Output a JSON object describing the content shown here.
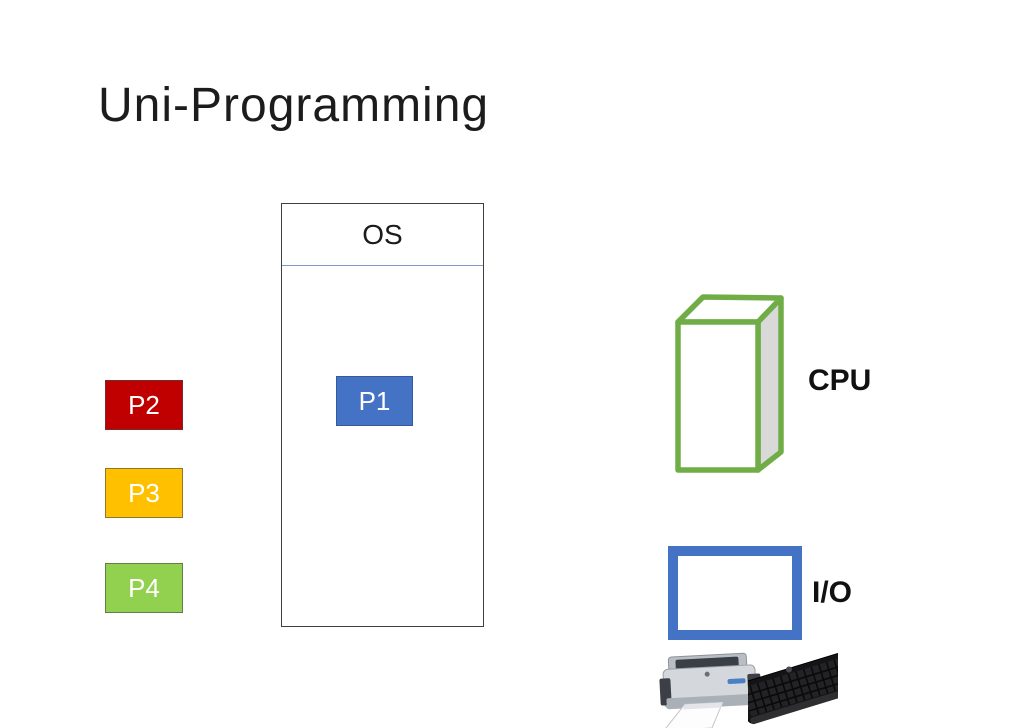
{
  "slide": {
    "title": "Uni-Programming",
    "background_color": "#ffffff"
  },
  "memory": {
    "os_label": "OS",
    "resident_process": {
      "label": "P1",
      "color": "#4472c4"
    }
  },
  "waiting_processes": [
    {
      "label": "P2",
      "color": "#c00000"
    },
    {
      "label": "P3",
      "color": "#ffc000"
    },
    {
      "label": "P4",
      "color": "#92d050"
    }
  ],
  "devices": {
    "cpu": {
      "label": "CPU",
      "outline_color": "#70ad47",
      "side_fill": "#d9d9d9"
    },
    "io": {
      "label": "I/O",
      "outline_color": "#4472c4"
    },
    "photos": [
      {
        "name": "printer-photo"
      },
      {
        "name": "keyboard-photo"
      }
    ]
  }
}
